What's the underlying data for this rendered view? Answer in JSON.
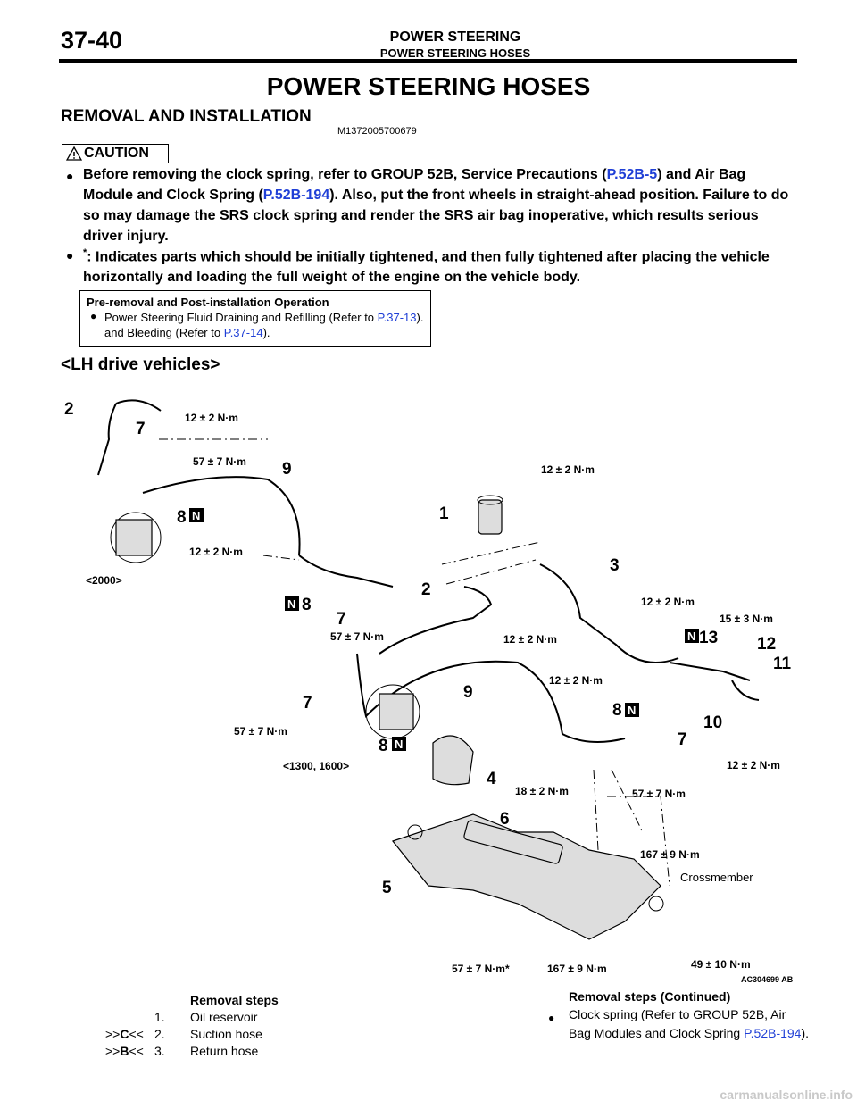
{
  "header": {
    "page_number": "37-40",
    "chapter_title": "POWER STEERING",
    "chapter_subtitle": "POWER STEERING HOSES"
  },
  "main_title": "POWER STEERING HOSES",
  "section": {
    "title": "REMOVAL AND INSTALLATION",
    "doc_id": "M1372005700679"
  },
  "caution": {
    "label": "CAUTION",
    "bullet1_a": "Before removing the clock spring, refer to GROUP 52B, Service Precautions (",
    "bullet1_link1": "P.52B-5",
    "bullet1_b": ") and Air Bag Module and Clock Spring (",
    "bullet1_link2": "P.52B-194",
    "bullet1_c": "). Also, put the front wheels in straight-ahead position. Failure to do so may damage the SRS clock spring and render the SRS air bag inoperative, which results serious driver injury.",
    "bullet2_star": "*",
    "bullet2_text": ": Indicates parts which should be initially tightened, and then fully tightened after placing the vehicle horizontally and loading the full weight of the engine on the vehicle body."
  },
  "pre_op": {
    "heading": "Pre-removal and Post-installation Operation",
    "item_a": "Power Steering Fluid Draining and Refilling (Refer to ",
    "item_link1": "P.37-13",
    "item_b": "). and Bleeding (Refer to ",
    "item_link2": "P.37-14",
    "item_c": ")."
  },
  "diagram": {
    "heading": "<LH drive vehicles>",
    "variant_2000": "<2000>",
    "variant_1300": "<1300, 1600>",
    "crossmember": "Crossmember",
    "figure_id": "AC304699 AB",
    "n_tag": "N",
    "torques": {
      "t12": "12 ± 2 N·m",
      "t57": "57 ± 7 N·m",
      "t57star": "57 ± 7 N·m*",
      "t15": "15 ± 3 N·m",
      "t18": "18 ± 2 N·m",
      "t167": "167 ± 9 N·m",
      "t49": "49 ± 10 N·m"
    },
    "numbers": [
      "1",
      "2",
      "3",
      "4",
      "5",
      "6",
      "7",
      "8",
      "9",
      "10",
      "11",
      "12",
      "13"
    ]
  },
  "removal_steps": {
    "heading": "Removal steps",
    "steps": [
      {
        "prefix": ">>",
        "mark": "",
        "suffix": "",
        "num": "1.",
        "label": "Oil reservoir"
      },
      {
        "prefix": ">>",
        "mark": "C",
        "suffix": "<<",
        "num": "2.",
        "label": "Suction hose"
      },
      {
        "prefix": ">>",
        "mark": "B",
        "suffix": "<<",
        "num": "3.",
        "label": "Return hose"
      }
    ]
  },
  "removal_steps_continued": {
    "heading": "Removal steps (Continued)",
    "text_a": "Clock spring (Refer to GROUP 52B, Air Bag Modules and Clock Spring ",
    "link": "P.52B-194",
    "text_b": ")."
  },
  "footer": "carmanualsonline.info"
}
